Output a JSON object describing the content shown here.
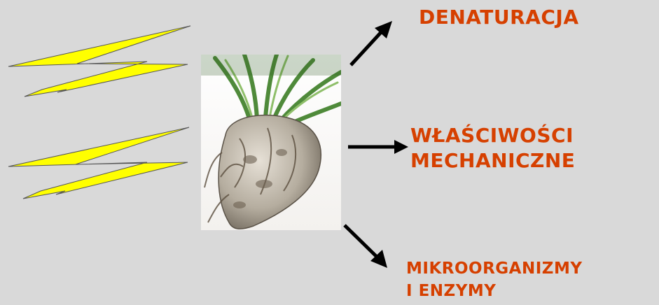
{
  "labels": {
    "denaturation": "DENATURACJA",
    "mechanical_line1": "WŁAŚCIWOŚCI",
    "mechanical_line2": "MECHANICZNE",
    "micro_line1": "MIKROORGANIZMY",
    "micro_line2": "I ENZYMY"
  },
  "icons": [
    "lightning-bolt-icon",
    "lightning-bolt-icon",
    "arrow-icon",
    "arrow-icon",
    "arrow-icon"
  ],
  "colors": {
    "background": "#d9d9d9",
    "label_text": "#d64000",
    "bolt_fill": "#ffff00",
    "arrow": "#000000"
  }
}
